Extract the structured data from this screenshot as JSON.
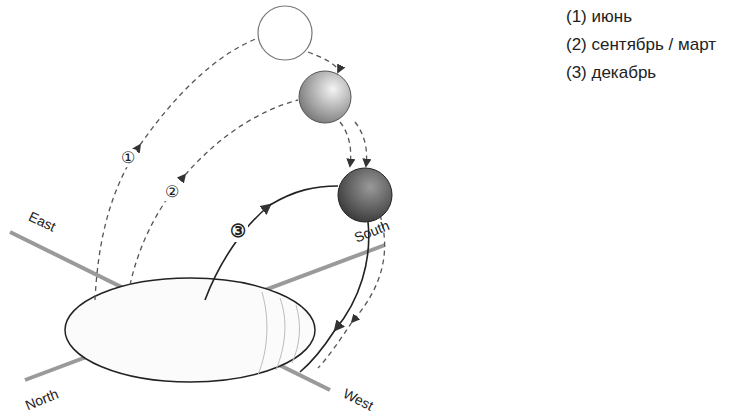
{
  "diagram": {
    "labels": [
      "East",
      "South",
      "North",
      "West",
      "①",
      "②",
      "③",
      "(1) июнь",
      "(2) сентябрь / март",
      "(3) декабрь"
    ]
  }
}
